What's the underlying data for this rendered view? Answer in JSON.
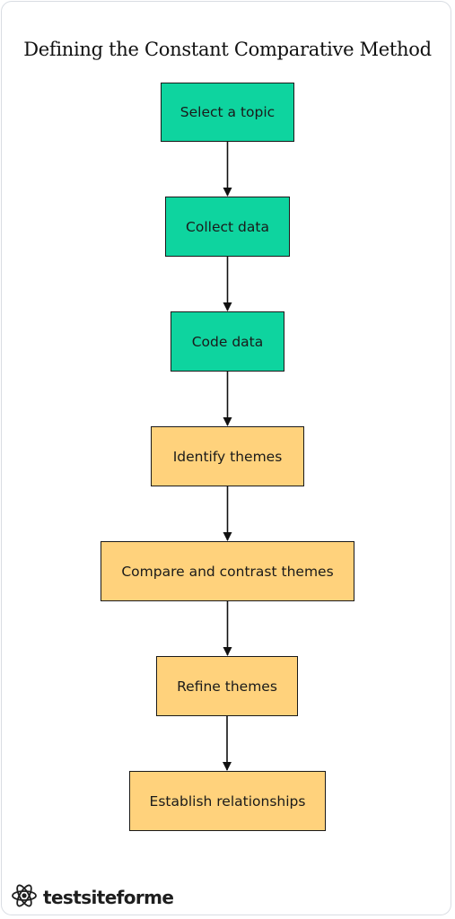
{
  "title": "Defining the Constant Comparative Method",
  "nodes": [
    {
      "id": "n1",
      "label": "Select a topic",
      "color": "#0ed49f"
    },
    {
      "id": "n2",
      "label": "Collect data",
      "color": "#0ed49f"
    },
    {
      "id": "n3",
      "label": "Code data",
      "color": "#0ed49f"
    },
    {
      "id": "n4",
      "label": "Identify themes",
      "color": "#ffd27c"
    },
    {
      "id": "n5",
      "label": "Compare and contrast themes",
      "color": "#ffd27c"
    },
    {
      "id": "n6",
      "label": "Refine themes",
      "color": "#ffd27c"
    },
    {
      "id": "n7",
      "label": "Establish relationships",
      "color": "#ffd27c"
    }
  ],
  "edges": [
    {
      "from": "n1",
      "to": "n2"
    },
    {
      "from": "n2",
      "to": "n3"
    },
    {
      "from": "n3",
      "to": "n4"
    },
    {
      "from": "n4",
      "to": "n5"
    },
    {
      "from": "n5",
      "to": "n6"
    },
    {
      "from": "n6",
      "to": "n7"
    }
  ],
  "brand": {
    "name": "testsiteforme",
    "icon": "atom-logo-icon"
  }
}
